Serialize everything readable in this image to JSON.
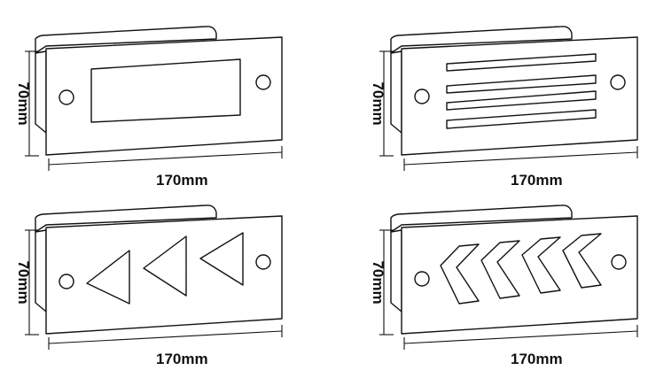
{
  "panels": [
    {
      "id": "rectangle-window",
      "width_label": "170mm",
      "height_label": "70mm"
    },
    {
      "id": "louver-slots",
      "width_label": "170mm",
      "height_label": "70mm"
    },
    {
      "id": "triangle-arrows",
      "width_label": "170mm",
      "height_label": "70mm"
    },
    {
      "id": "chevron-arrows",
      "width_label": "170mm",
      "height_label": "70mm"
    }
  ]
}
